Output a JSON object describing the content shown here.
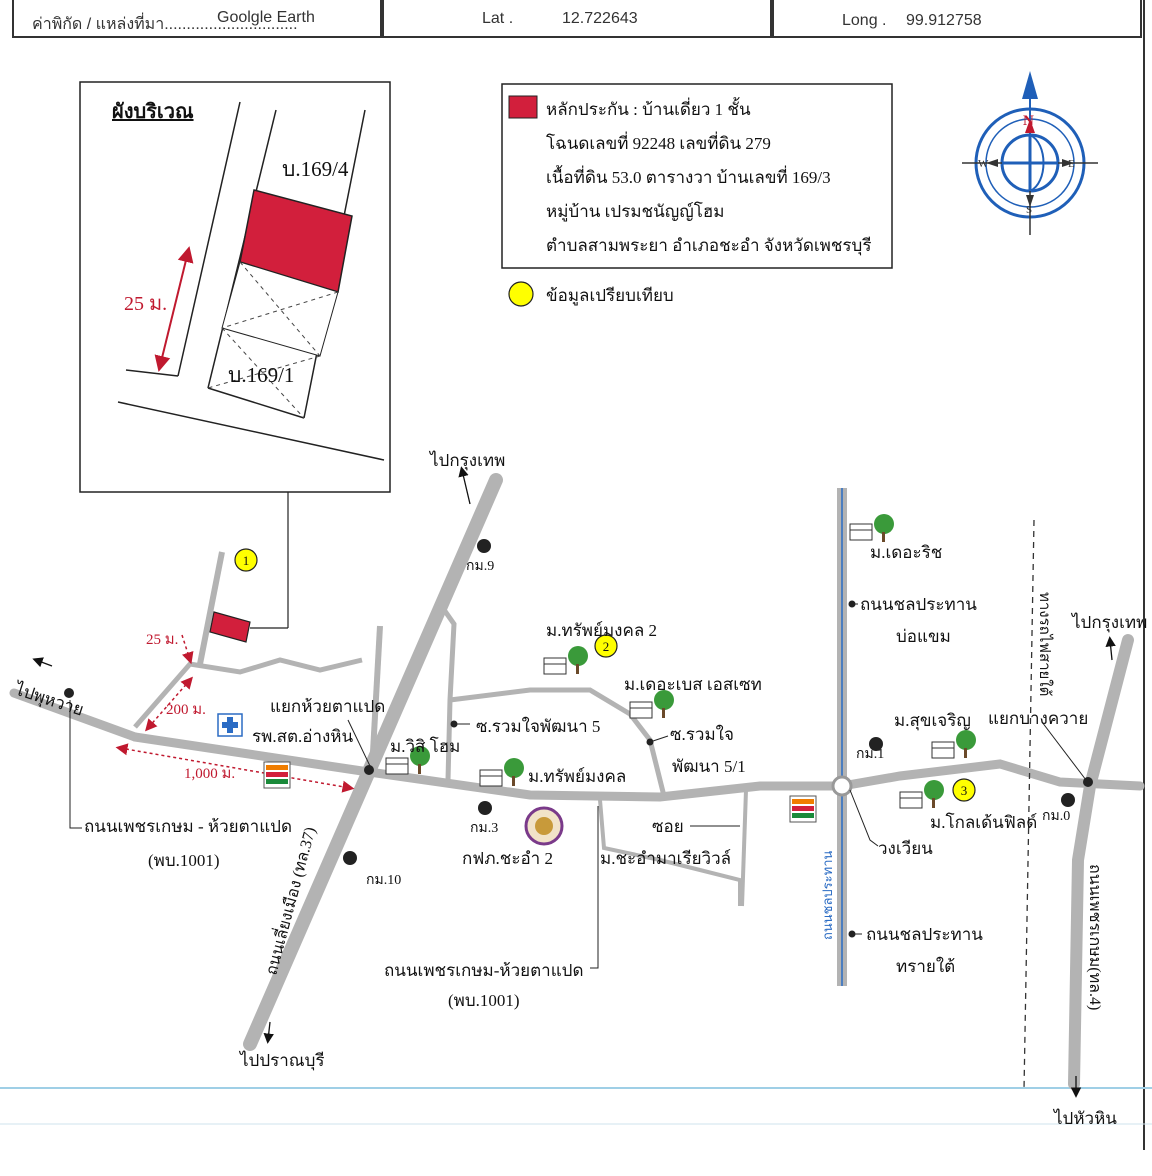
{
  "header": {
    "source_label": "ค่าพิกัด / แหล่งที่มา..............................",
    "source_value": "Goolgle Earth",
    "lat_label": "Lat .",
    "lat_value": "12.722643",
    "long_label": "Long .",
    "long_value": "99.912758"
  },
  "inset": {
    "title": "ผังบริเวณ",
    "plot_north": "บ.169/4",
    "plot_south": "บ.169/1",
    "dimension": "25 ม."
  },
  "legend": {
    "collateral_line": "หลักประกัน : บ้านเดี่ยว 1 ชั้น",
    "deed_line": "โฉนดเลขที่ 92248  เลขที่ดิน 279",
    "area_line": "เนื้อที่ดิน 53.0 ตารางวา บ้านเลขที่ 169/3",
    "village_line": "หมู่บ้าน เปรมชนัญญ์โฮม",
    "location_line": "ตำบลสามพระยา อำเภอชะอำ จังหวัดเพชรบุรี",
    "compare_label": "ข้อมูลเปรียบเทียบ"
  },
  "compass": {
    "n": "N",
    "s": "S",
    "e": "E",
    "w": "W"
  },
  "map": {
    "to_bangkok_1": "ไปกรุงเทพ",
    "to_bangkok_2": "ไปกรุงเทพ",
    "to_pranburi": "ไปปราณบุรี",
    "to_huahin": "ไปหัวหิน",
    "to_phu_huai": "ไปพุหวาย",
    "km9": "กม.9",
    "km10": "กม.10",
    "km3": "กม.3",
    "km1": "กม.1",
    "km0": "กม.0",
    "dim_25": "25 ม.",
    "dim_200": "200 ม.",
    "dim_1000": "1,000 ม.",
    "hospital": "รพ.สต.อ่างหิน",
    "junction_huai": "แยกห้วยตาแปด",
    "visi_home": "ม.วิสิ โฮม",
    "soi_ruamjai5": "ซ.รวมใจพัฒนา 5",
    "sap_mongkol2": "ม.ทรัพย์มงคล 2",
    "the_base": "ม.เดอะเบส เอสเซท",
    "soi_ruamjai51a": "ซ.รวมใจ",
    "soi_ruamjai51b": "พัฒนา 5/1",
    "sap_mongkol": "ม.ทรัพย์มงคล",
    "pea": "กฟภ.ชะอำ 2",
    "soi": "ซอย",
    "cha_am_marina": "ม.ชะอำมาเรียวิวล์",
    "the_rich": "ม.เดอะริช",
    "canal_north_a": "ถนนชลประทาน",
    "canal_north_b": "บ่อแขม",
    "canal_south_a": "ถนนชลประทาน",
    "canal_south_b": "ทรายใต้",
    "suk_charoen": "ม.สุขเจริญ",
    "junction_bang_kwai": "แยกบางควาย",
    "golden_field": "ม.โกลเด้นฟิลด์",
    "roundabout": "วงเวียน",
    "rd_west_a": "ถนนเพชรเกษม - ห้วยตาแปด",
    "rd_west_b": "(พบ.1001)",
    "rd_main_a": "ถนนเพชรเกษม-ห้วยตาแปด",
    "rd_main_b": "(พบ.1001)",
    "bypass": "ถนนเลี่ยงเมือง (ทล.37)",
    "petchkasem4": "ถนนเพชรเกษม(ทล.4)",
    "railway": "ทางรถไฟสายใต้",
    "canal_road_vertical": "ถนนชลประทาน",
    "marker_1": "1",
    "marker_2": "2",
    "marker_3": "3"
  },
  "colors": {
    "property_red": "#d21f3c",
    "road_gray": "#b3b3b3",
    "marker_yellow": "#ffff00",
    "compass_blue": "#1f5fb8"
  }
}
